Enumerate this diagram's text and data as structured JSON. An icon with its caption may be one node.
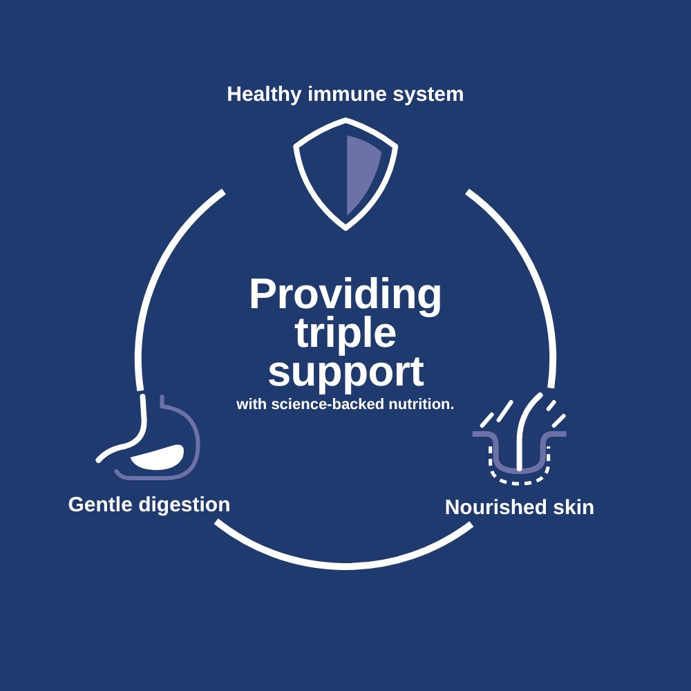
{
  "diagram": {
    "title": "Providing triple support",
    "nodes": [
      {
        "text": [
          "Healthy immune system"
        ]
      },
      {
        "text": [
          "Gentle digestion"
        ]
      },
      {
        "text": [
          "Nourished skin"
        ]
      }
    ],
    "edges": [
      {
        "from": 0,
        "to": 2,
        "arrow": "none"
      },
      {
        "from": 2,
        "to": 1,
        "arrow": "none"
      },
      {
        "from": 1,
        "to": 0,
        "arrow": "none"
      }
    ],
    "labels": [
      "with science-backed nutrition."
    ]
  }
}
